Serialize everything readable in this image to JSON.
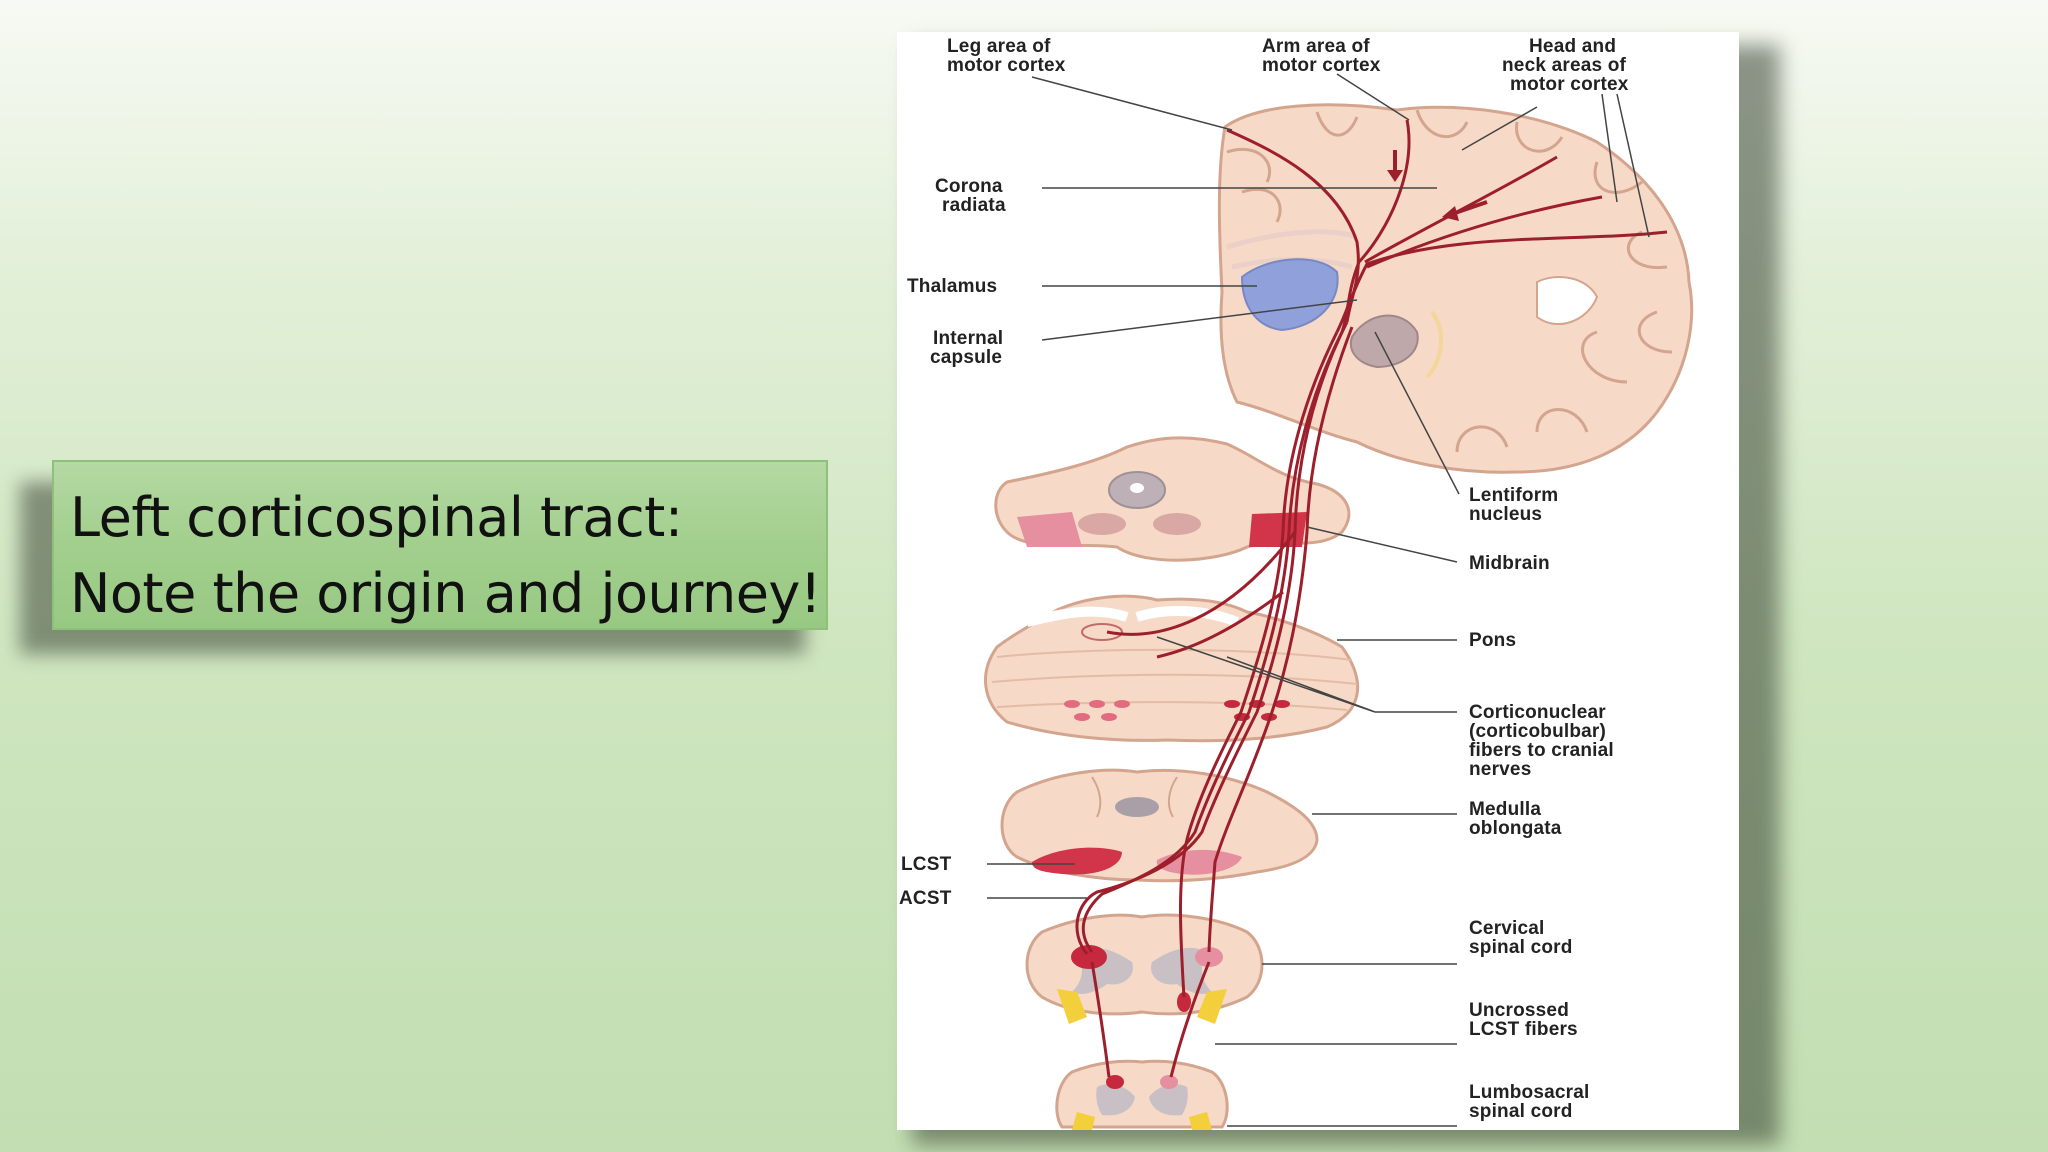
{
  "callout": {
    "line1": "Left corticospinal tract:",
    "line2": "Note the origin and journey!"
  },
  "figure": {
    "labels": {
      "leg_area": [
        "Leg area of",
        "motor cortex"
      ],
      "arm_area": [
        "Arm area of",
        "motor cortex"
      ],
      "head_neck": [
        "Head and",
        "neck areas of",
        "motor cortex"
      ],
      "corona_radiata": [
        "Corona",
        "radiata"
      ],
      "thalamus": [
        "Thalamus"
      ],
      "internal_capsule": [
        "Internal",
        "capsule"
      ],
      "lentiform_nucleus": [
        "Lentiform",
        "nucleus"
      ],
      "midbrain": [
        "Midbrain"
      ],
      "pons": [
        "Pons"
      ],
      "corticonuclear": [
        "Corticonuclear",
        "(corticobulbar)",
        "fibers to cranial",
        "nerves"
      ],
      "medulla": [
        "Medulla",
        "oblongata"
      ],
      "lcst": [
        "LCST"
      ],
      "acst": [
        "ACST"
      ],
      "cervical": [
        "Cervical",
        "spinal cord"
      ],
      "uncrossed": [
        "Uncrossed",
        "LCST fibers"
      ],
      "lumbosacral": [
        "Lumbosacral",
        "spinal cord"
      ]
    }
  },
  "colors": {
    "tract": "#9e1f2c",
    "tissue": "#f6d9c6",
    "tissue_edge": "#d4a58e",
    "thalamus": "#8fa0db",
    "grey_matter": "#c9c0c6",
    "nerve_root": "#f3cf3c",
    "accent_red": "#d2354a"
  }
}
